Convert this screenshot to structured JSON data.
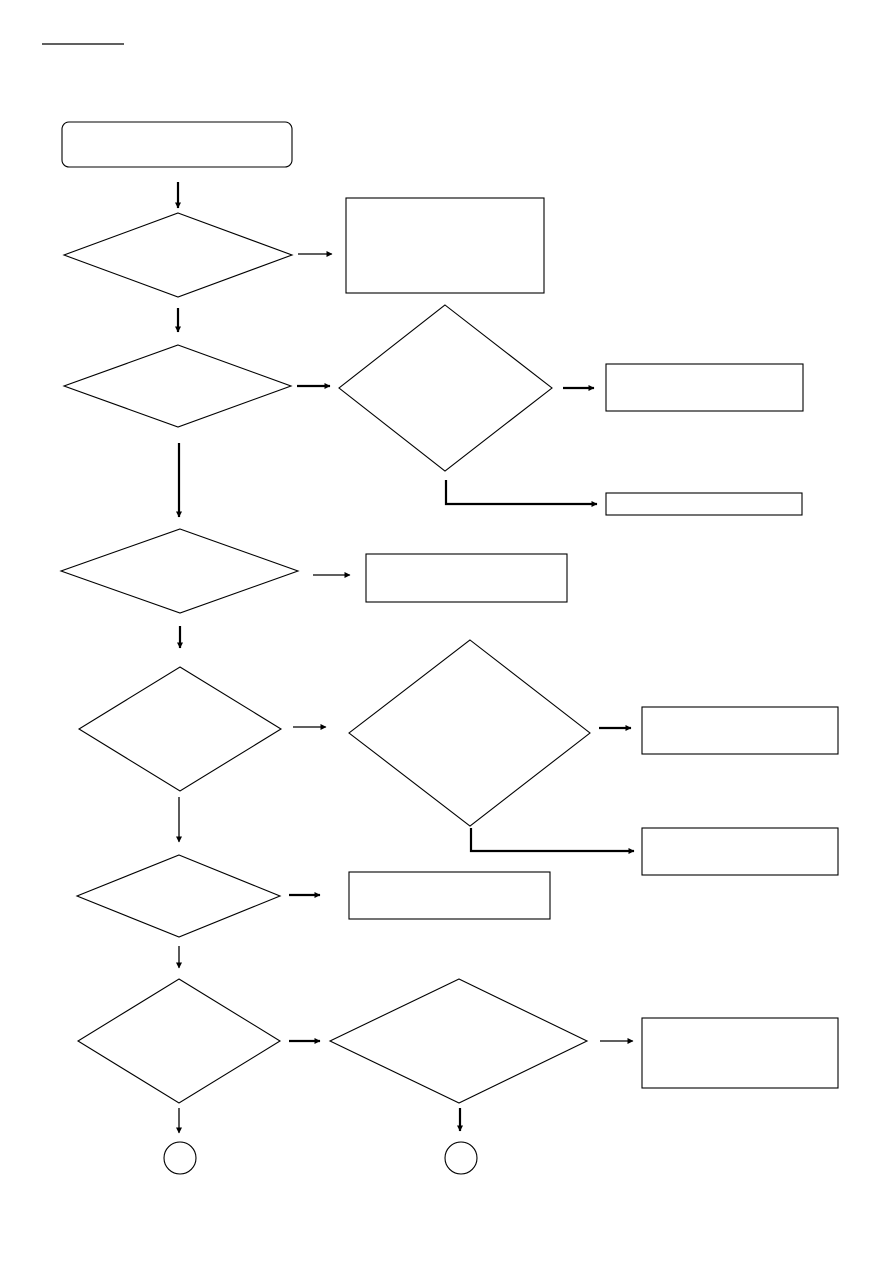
{
  "diagram": {
    "line_color": "#000000",
    "background": "#ffffff",
    "nodes": [
      {
        "id": "start",
        "shape": "rounded-rect",
        "text": ""
      },
      {
        "id": "decision-1",
        "shape": "diamond",
        "text": ""
      },
      {
        "id": "action-1",
        "shape": "rect",
        "text": ""
      },
      {
        "id": "decision-2",
        "shape": "diamond",
        "text": ""
      },
      {
        "id": "decision-2b",
        "shape": "diamond",
        "text": ""
      },
      {
        "id": "action-2a",
        "shape": "rect",
        "text": ""
      },
      {
        "id": "action-2b",
        "shape": "rect",
        "text": ""
      },
      {
        "id": "decision-3",
        "shape": "diamond",
        "text": ""
      },
      {
        "id": "action-3",
        "shape": "rect",
        "text": ""
      },
      {
        "id": "decision-4",
        "shape": "diamond",
        "text": ""
      },
      {
        "id": "decision-4b",
        "shape": "diamond",
        "text": ""
      },
      {
        "id": "action-4a",
        "shape": "rect",
        "text": ""
      },
      {
        "id": "action-4b",
        "shape": "rect",
        "text": ""
      },
      {
        "id": "decision-5",
        "shape": "diamond",
        "text": ""
      },
      {
        "id": "action-5",
        "shape": "rect",
        "text": ""
      },
      {
        "id": "decision-6",
        "shape": "diamond",
        "text": ""
      },
      {
        "id": "decision-6b",
        "shape": "diamond",
        "text": ""
      },
      {
        "id": "action-6",
        "shape": "rect",
        "text": ""
      },
      {
        "id": "connector-1",
        "shape": "circle",
        "text": ""
      },
      {
        "id": "connector-2",
        "shape": "circle",
        "text": ""
      }
    ]
  }
}
